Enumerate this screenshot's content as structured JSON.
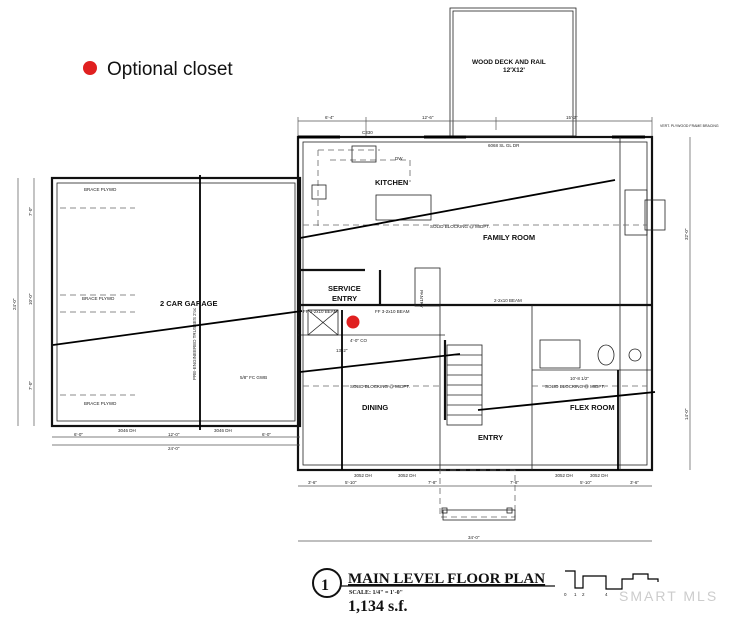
{
  "legend": {
    "marker_color": "#e02020",
    "label": "Optional closet"
  },
  "rooms": {
    "deck": "WOOD DECK AND RAIL",
    "deck_size": "12'X12'",
    "kitchen": "KITCHEN",
    "family_room": "FAMILY ROOM",
    "service_entry_1": "SERVICE",
    "service_entry_2": "ENTRY",
    "garage": "2 CAR GARAGE",
    "dining": "DINING",
    "entry": "ENTRY",
    "flex_room": "FLEX ROOM"
  },
  "notes": {
    "sliding_door": "6068 SL GL DR",
    "bracing": "VERT. PLYWOOD FRAME BRACING",
    "blocking_top": "SOLID BLOCKING @ MIDPT.",
    "blocking_dining": "SOLID BLOCKING @ MIDPT.",
    "blocking_flex": "SOLID BLOCKING @ MIDPT.",
    "beam_1": "FF 3-2x10 BEAM",
    "beam_2": "FF 3-2x10 BEAM",
    "beam_3": "2-2x10 BEAM",
    "brace_1": "BRACE PLYWD",
    "brace_2": "BRACE PLYWD",
    "brace_3": "BRACE PLYWD",
    "gwb": "5/8\" FC GWB",
    "truss": "PRE-ENGINEERED TRUSSES 2'oc",
    "dw": "DW",
    "pantry": "PANTRY",
    "window_top": "C330",
    "win_g1": "3046 DH",
    "win_g2": "3046 DH",
    "win_b1": "3052 DH",
    "win_b2": "3052 DH",
    "win_b3": "3052 DH",
    "win_b4": "3052 DH"
  },
  "dimensions": {
    "top_1": "6'-4\"",
    "top_2": "12'-6\"",
    "top_3": "15'-2\"",
    "garage_b1": "6'-0\"",
    "garage_b2": "12'-0\"",
    "garage_b3": "6'-0\"",
    "garage_total": "24'-0\"",
    "garage_l1": "7'-0\"",
    "garage_l2": "10'-0\"",
    "garage_l3": "7'-0\"",
    "garage_height": "24'-0\"",
    "house_b1": "3'-6\"",
    "house_b2": "5'-10\"",
    "house_b3": "7'-8\"",
    "house_b4": "7'-8\"",
    "house_b5": "5'-10\"",
    "house_b6": "3'-6\"",
    "house_total": "34'-0\"",
    "right_1": "32'-0\"",
    "right_2": "14'-0\"",
    "inner_1": "13'-2\"",
    "inner_2": "10'-8 1/2\"",
    "inner_3": "4'-0\" CO"
  },
  "title_block": {
    "number": "1",
    "title": "MAIN LEVEL FLOOR PLAN",
    "scale": "SCALE: 1/4\" = 1'-0\"",
    "area": "1,134 s.f.",
    "scale_ticks": [
      "0",
      "1",
      "2",
      "4"
    ],
    "watermark": "SMART MLS"
  }
}
